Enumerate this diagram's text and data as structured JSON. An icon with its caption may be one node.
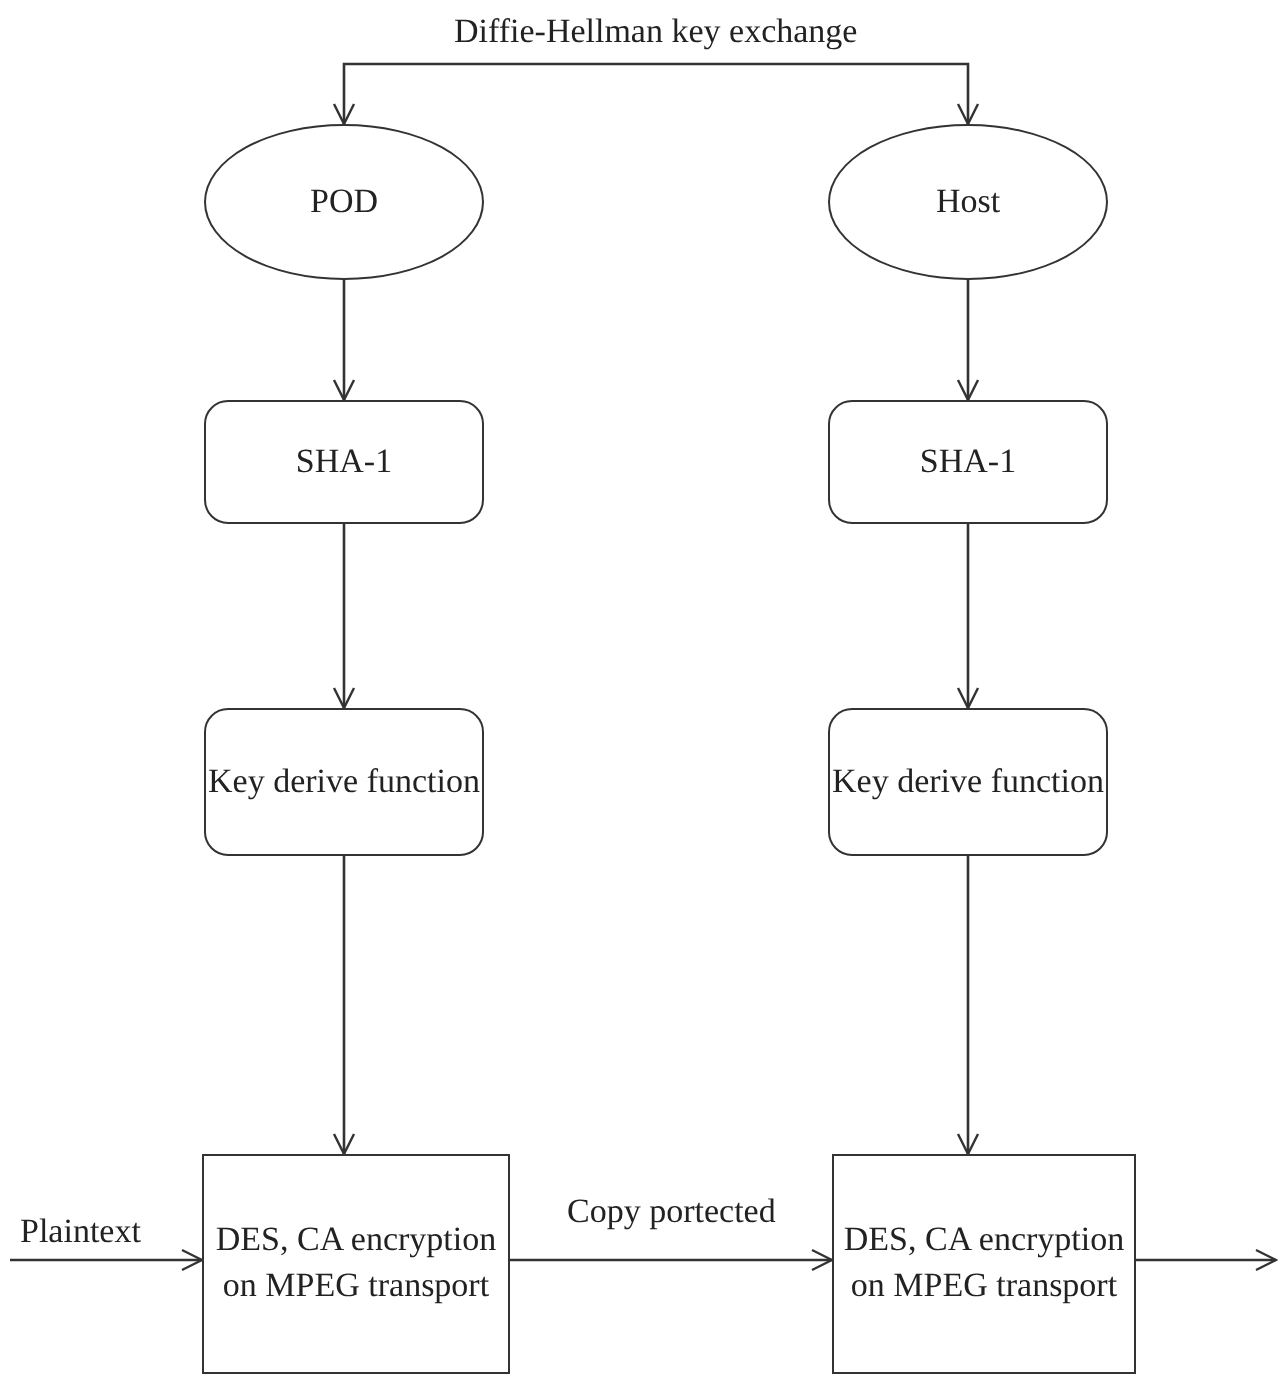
{
  "diagram": {
    "nodes": [
      {
        "text": [
          "POD"
        ]
      },
      {
        "text": [
          "Host"
        ]
      },
      {
        "text": [
          "SHA-1"
        ]
      },
      {
        "text": [
          "SHA-1"
        ]
      },
      {
        "text": [
          "Key derive function"
        ]
      },
      {
        "text": [
          "Key derive function"
        ]
      },
      {
        "text": [
          "Plaintext"
        ]
      },
      {
        "text": [
          "DES, CA encryption on MPEG transport"
        ]
      },
      {
        "text": [
          "DES, CA encryption on MPEG transport"
        ]
      }
    ],
    "edges": [
      {
        "from": 0,
        "to": 1,
        "arrow": "both",
        "label": "Diffie-Hellman key exchange"
      },
      {
        "from": 0,
        "to": 2,
        "arrow": "to"
      },
      {
        "from": 1,
        "to": 3,
        "arrow": "to"
      },
      {
        "from": 2,
        "to": 4,
        "arrow": "to"
      },
      {
        "from": 3,
        "to": 5,
        "arrow": "to"
      },
      {
        "from": 4,
        "to": 7,
        "arrow": "to"
      },
      {
        "from": 5,
        "to": 8,
        "arrow": "to"
      },
      {
        "from": 6,
        "to": 7,
        "arrow": "to"
      },
      {
        "from": 7,
        "to": 8,
        "arrow": "to",
        "label": "Copy portected"
      },
      {
        "from": 8,
        "to": null,
        "arrow": "to"
      }
    ]
  }
}
